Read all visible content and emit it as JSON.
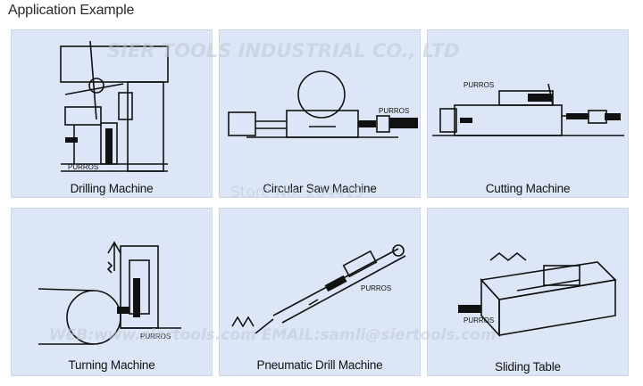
{
  "heading": "Application Example",
  "tiles": [
    {
      "caption": "Drilling Machine",
      "part_label": "PURROS"
    },
    {
      "caption": "Circular Saw Machine",
      "part_label": "PURROS"
    },
    {
      "caption": "Cutting Machine",
      "part_label": "PURROS"
    },
    {
      "caption": "Turning Machine",
      "part_label": "PURROS"
    },
    {
      "caption": "Pneumatic Drill Machine",
      "part_label": "PURROS"
    },
    {
      "caption": "Sliding Table",
      "part_label": "PURROS"
    }
  ],
  "watermarks": {
    "company": "SIER TOOLS INDUSTRIAL CO., LTD",
    "store": "Store No: 204419",
    "contact": "WEB:www.siertools.com   EMAIL:samli@siertools.com"
  }
}
